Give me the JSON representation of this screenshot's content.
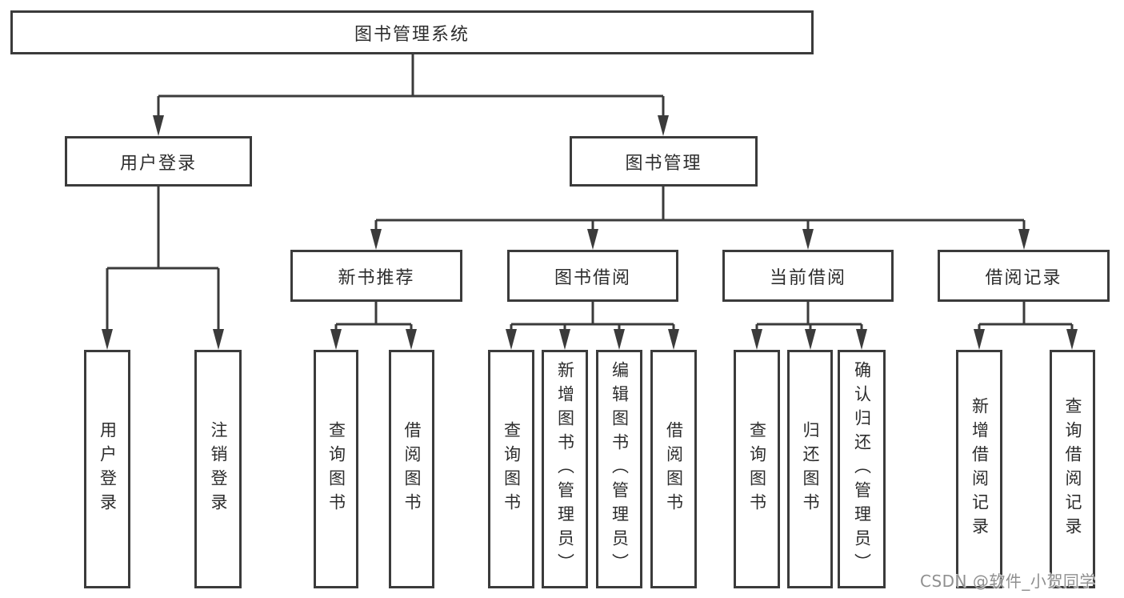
{
  "tree": {
    "label": "图书管理系统",
    "children": [
      {
        "label": "用户登录",
        "children": [
          {
            "label": "用户登录"
          },
          {
            "label": "注销登录"
          }
        ]
      },
      {
        "label": "图书管理",
        "children": [
          {
            "label": "新书推荐",
            "children": [
              {
                "label": "查询图书"
              },
              {
                "label": "借阅图书"
              }
            ]
          },
          {
            "label": "图书借阅",
            "children": [
              {
                "label": "查询图书"
              },
              {
                "label": "新增图书（管理员）"
              },
              {
                "label": "编辑图书（管理员）"
              },
              {
                "label": "借阅图书"
              }
            ]
          },
          {
            "label": "当前借阅",
            "children": [
              {
                "label": "查询图书"
              },
              {
                "label": "归还图书"
              },
              {
                "label": "确认归还（管理员）"
              }
            ]
          },
          {
            "label": "借阅记录",
            "children": [
              {
                "label": "新增借阅记录"
              },
              {
                "label": "查询借阅记录"
              }
            ]
          }
        ]
      }
    ]
  },
  "watermark": "CSDN @软件_小贺同学",
  "colors": {
    "line": "#3b3b3b",
    "text": "#2d2d2d",
    "watermark": "#8f8f8f",
    "background": "#ffffff"
  }
}
